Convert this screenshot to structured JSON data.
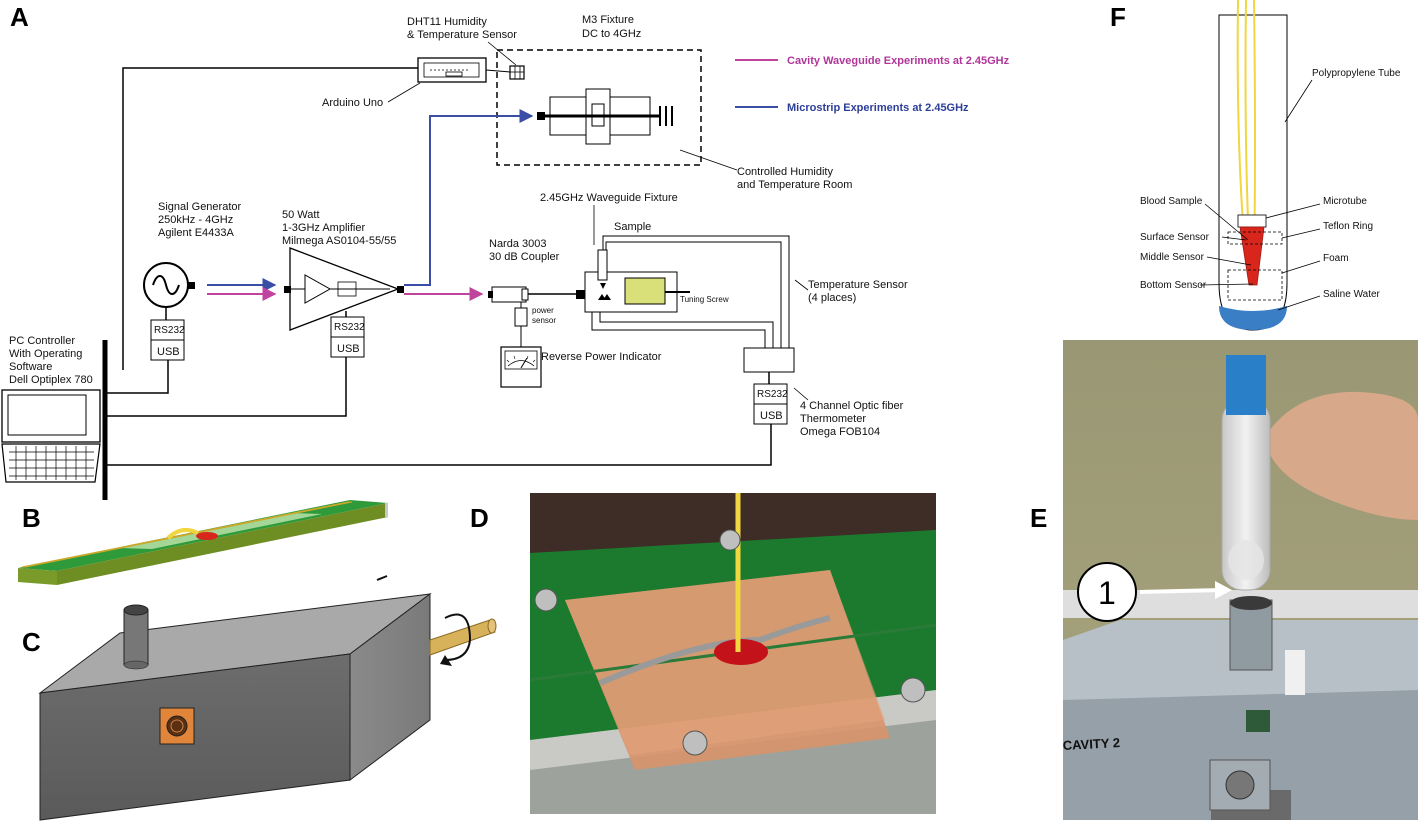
{
  "panels": {
    "a": "A",
    "b": "B",
    "c": "C",
    "d": "D",
    "e": "E",
    "f": "F"
  },
  "panel_a": {
    "dht11": [
      "DHT11 Humidity",
      "& Temperature Sensor"
    ],
    "arduino": "Arduino Uno",
    "m3_fixture": [
      "M3 Fixture",
      "DC to 4GHz"
    ],
    "legend_cavity": "Cavity Waveguide Experiments at 2.45GHz",
    "legend_microstrip": "Microstrip Experiments at 2.45GHz",
    "controlled_room": [
      "Controlled Humidity",
      "and Temperature Room"
    ],
    "signal_generator": [
      "Signal Generator",
      "250kHz - 4GHz",
      "Agilent E4433A"
    ],
    "amplifier": [
      "50 Watt",
      "1-3GHz Amplifier",
      "Milmega AS0104-55/55"
    ],
    "waveguide_fixture": "2.45GHz Waveguide Fixture",
    "sample": "Sample",
    "coupler": [
      "Narda 3003",
      "30 dB Coupler"
    ],
    "tuning_screw": "Tuning Screw",
    "power_sensor": [
      "power",
      "sensor"
    ],
    "reverse_power": "Reverse Power Indicator",
    "temp_sensor": [
      "Temperature Sensor",
      "(4 places)"
    ],
    "thermometer": [
      "4 Channel Optic fiber",
      "Thermometer",
      "Omega FOB104"
    ],
    "pc_controller": [
      "PC Controller",
      "With Operating",
      "Software",
      "Dell Optiplex 780"
    ],
    "rs232": "RS232",
    "usb": "USB"
  },
  "panel_e": {
    "marker": "1",
    "cavity_label": "CAVITY 2"
  },
  "panel_f": {
    "polypropylene": "Polypropylene Tube",
    "blood": "Blood Sample",
    "microtube": "Microtube",
    "surface": "Surface Sensor",
    "teflon": "Teflon Ring",
    "middle": "Middle Sensor",
    "foam": "Foam",
    "bottom": "Bottom Sensor",
    "saline": "Saline Water"
  },
  "colors": {
    "cavity_arrow": "#c0449e",
    "microstrip_arrow": "#3a4ea6",
    "pcb_green": "#2f8a3a",
    "trace_yellow": "#f0d640",
    "blood_red": "#d8261c",
    "saline_blue": "#3a7fc6",
    "metal_gray": "#8e8e8e"
  }
}
